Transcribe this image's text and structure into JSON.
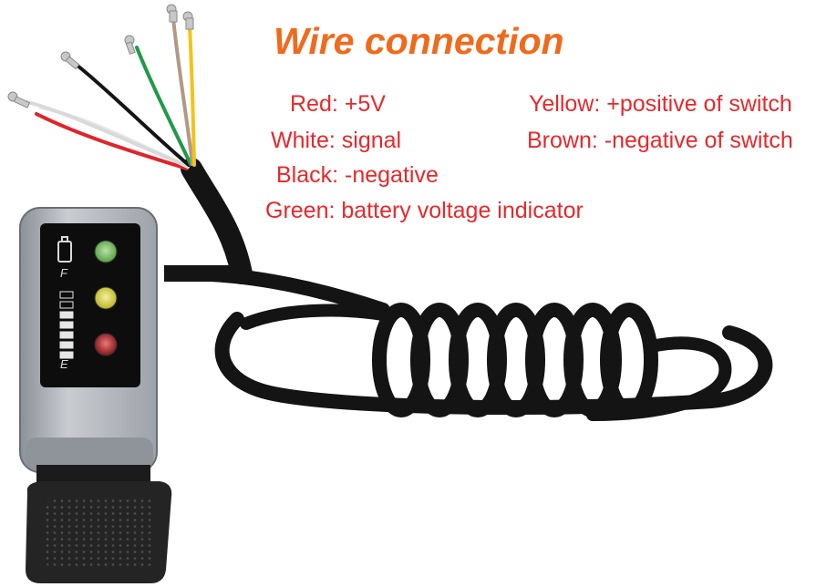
{
  "title": "Wire connection",
  "labels": {
    "red": "Red: +5V",
    "white": "White: signal",
    "black": "Black: -negative",
    "green": "Green: battery voltage indicator",
    "yellow": "Yellow: +positive of switch",
    "brown": "Brown: -negative of switch"
  },
  "device": {
    "full_mark": "F",
    "empty_mark": "E",
    "battery_level": 0.75
  },
  "colors": {
    "title": "#f06a1c",
    "label_text": "#e8282b",
    "wire_red": "#e0242a",
    "wire_white": "#f4f4f4",
    "wire_black": "#151515",
    "wire_green": "#1f9a48",
    "wire_brown": "#b09a86",
    "wire_yellow": "#f2c318",
    "led_green": "#5da64a",
    "led_yellow": "#d6cd3a",
    "led_red": "#b8262a",
    "housing": "#a9adb4"
  }
}
